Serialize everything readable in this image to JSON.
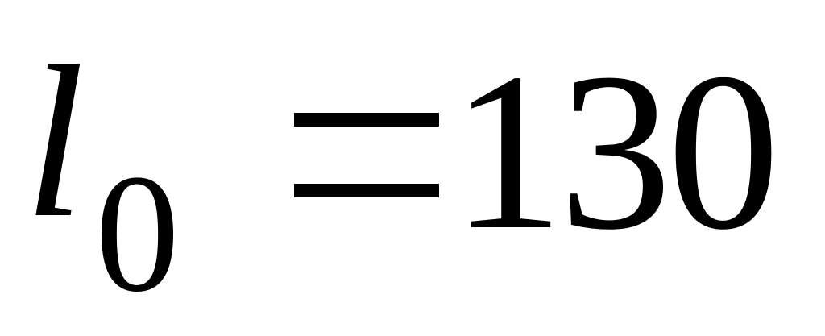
{
  "equation": {
    "variable": "l",
    "subscript": "0",
    "operator": "=",
    "value": "130"
  }
}
